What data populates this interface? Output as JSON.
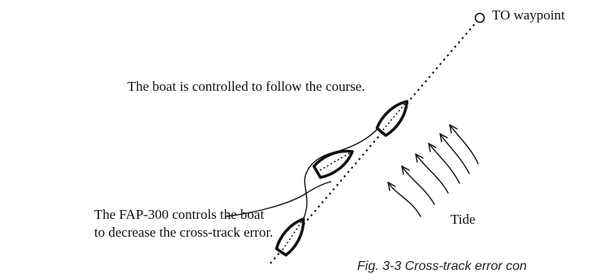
{
  "waypoint_label": "TO waypoint",
  "course_label": "The boat is controlled to follow the course.",
  "fap_label_line1": "The FAP-300 controls the boat",
  "fap_label_line2": "to decrease the cross-track error.",
  "tide_label": "Tide",
  "caption": "Fig. 3-3  Cross-track error con"
}
